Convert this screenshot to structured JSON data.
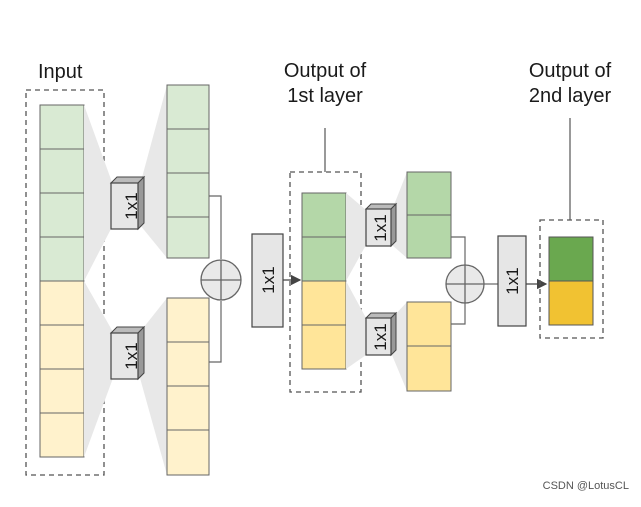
{
  "labels": {
    "input": "Input",
    "first_layer_line1": "Output of",
    "first_layer_line2": "1st layer",
    "second_layer_line1": "Output of",
    "second_layer_line2": "2nd layer"
  },
  "ops": {
    "conv1x1": "1x1"
  },
  "watermark": "CSDN @LotusCL",
  "colors": {
    "green_cell": "#d9ead3",
    "yellow_cell": "#fff2cc",
    "green_mid": "#b4d7a8",
    "yellow_mid": "#ffe599",
    "green_dark": "#6aa84f",
    "yellow_dark": "#f1c232",
    "op_fill": "#e6e6e6",
    "funnel": "#e8e8e8",
    "stroke": "#444444"
  }
}
